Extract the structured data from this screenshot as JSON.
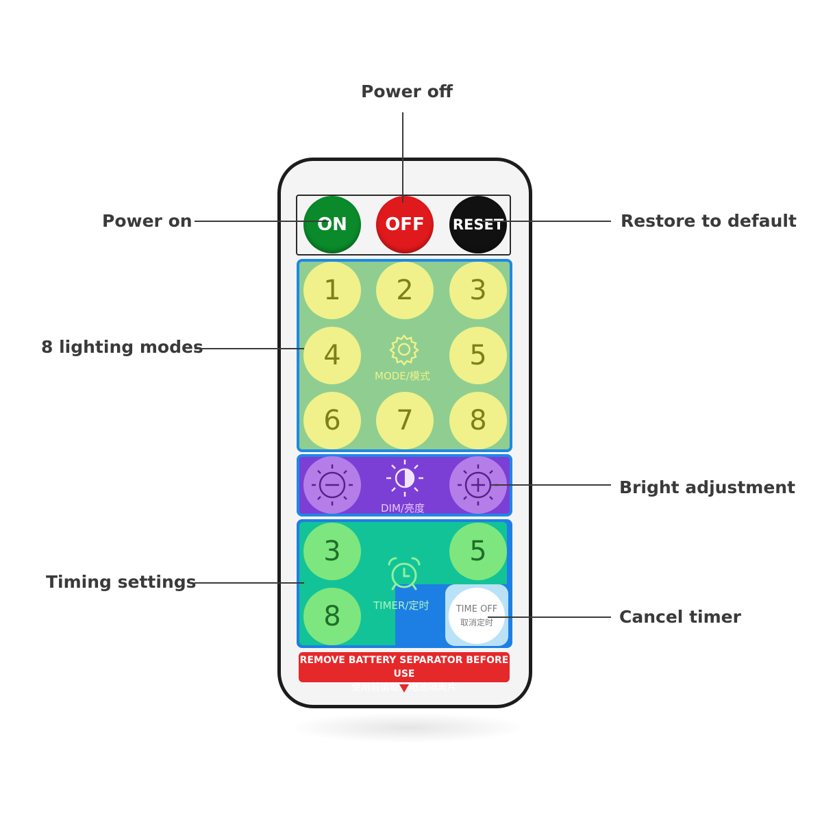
{
  "callouts": {
    "power_off": "Power off",
    "power_on": "Power on",
    "restore": "Restore to default",
    "modes": "8 lighting modes",
    "bright": "Bright adjustment",
    "timing": "Timing settings",
    "cancel": "Cancel timer"
  },
  "remote": {
    "on_label": "ON",
    "off_label": "OFF",
    "reset_label": "RESET",
    "mode_numbers": [
      "1",
      "2",
      "3",
      "4",
      "5",
      "6",
      "7",
      "8"
    ],
    "mode_label": "MODE/模式",
    "dim_label": "DIM/亮度",
    "timer_numbers": [
      "3",
      "5",
      "8"
    ],
    "timer_label": "TIMER/定时",
    "time_off_en": "TIME OFF",
    "time_off_cn": "取消定时",
    "warning_en": "REMOVE BATTERY SEPARATOR BEFORE USE",
    "warning_cn": "使用前请取下电池隔离片"
  },
  "colors": {
    "on": "#0a8a2a",
    "off": "#e0191c",
    "reset": "#111111",
    "mode_panel": "#8fce90",
    "panel_border": "#1e88e5",
    "dim_panel": "#7b3fd6",
    "timer_panel": "#12c397",
    "timer_blue": "#1d7fe4"
  }
}
